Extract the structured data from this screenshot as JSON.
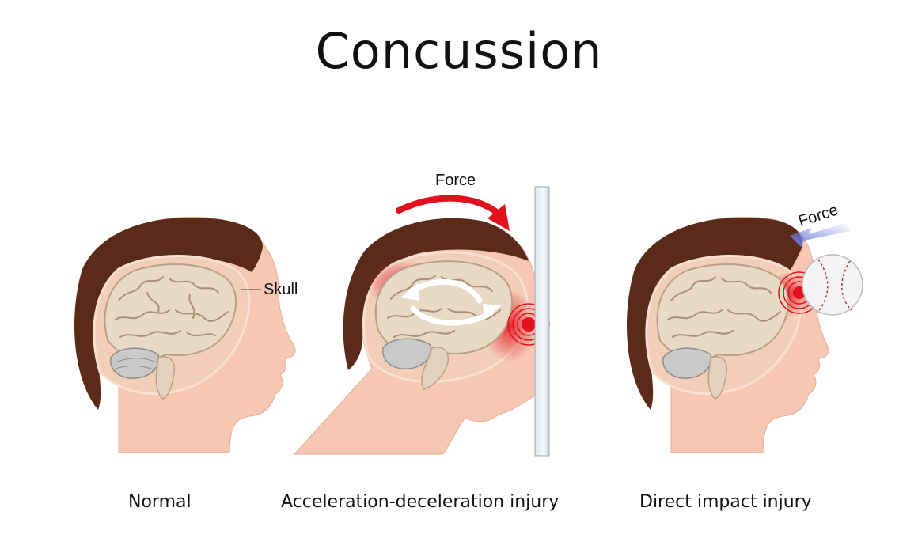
{
  "title": "Concussion",
  "labels": {
    "skull": "Skull",
    "force_accel": "Force",
    "force_direct": "Force"
  },
  "captions": {
    "normal": "Normal",
    "acceleration": "Acceleration-deceleration injury",
    "direct": "Direct impact injury"
  },
  "colors": {
    "hair": "#5b2b1a",
    "skin": "#f6c8b3",
    "brain": "#e8d9c4",
    "injury": "#e3101e",
    "force_arrow_red": "#e3101e",
    "force_arrow_blue": "#6f7fe0"
  }
}
